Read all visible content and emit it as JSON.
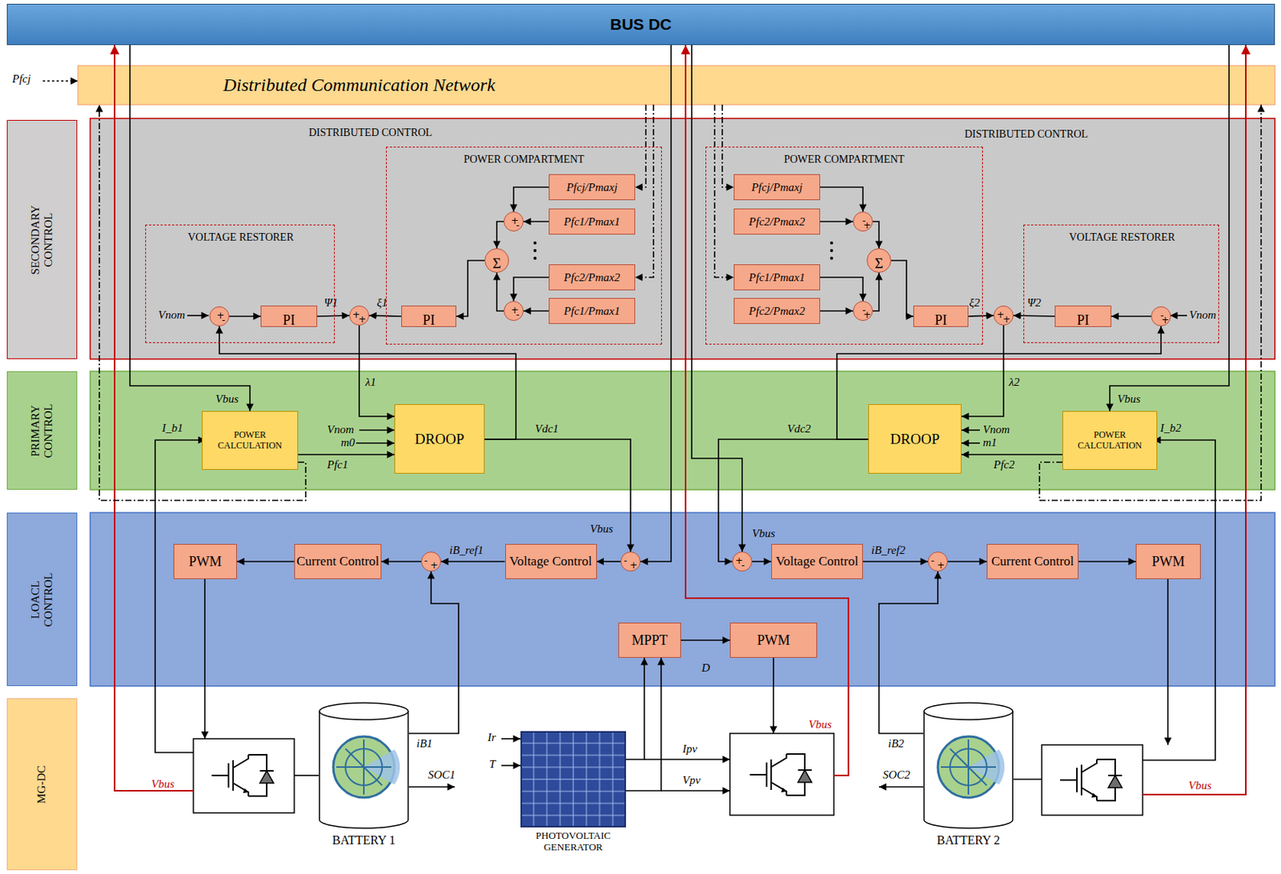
{
  "diagram": {
    "nodes": [
      {
        "text": [
          "BUS DC"
        ]
      },
      {
        "text": [
          "Distributed Communication Network"
        ]
      },
      {
        "text": [
          "SECONDARY CONTROL"
        ]
      },
      {
        "text": [
          "DISTRIBUTED CONTROL",
          "DISTRIBUTED CONTROL"
        ]
      },
      {
        "text": [
          "POWER COMPARTMENT"
        ],
        "in": 3
      },
      {
        "text": [
          "Pfcj/Pmaxj"
        ],
        "in": 4
      },
      {
        "text": [
          "Pfc1/Pmax1"
        ],
        "in": 4
      },
      {
        "text": [
          "Pfc2/Pmax2"
        ],
        "in": 4
      },
      {
        "text": [
          "Pfc1/Pmax1"
        ],
        "in": 4
      },
      {
        "text": [
          "+",
          "-"
        ],
        "in": 4
      },
      {
        "text": [
          "+",
          "-"
        ],
        "in": 4
      },
      {
        "text": [
          "Σ"
        ],
        "in": 4
      },
      {
        "text": [
          "PI"
        ],
        "in": 4
      },
      {
        "text": [
          "VOLTAGE RESTORER"
        ],
        "in": 3
      },
      {
        "text": [
          "+",
          "-"
        ],
        "in": 13
      },
      {
        "text": [
          "PI"
        ],
        "in": 13
      },
      {
        "text": [
          "+",
          "+"
        ],
        "in": 3
      },
      {
        "text": [
          "POWER COMPARTMENT"
        ],
        "in": 3
      },
      {
        "text": [
          "Pfcj/Pmaxj"
        ],
        "in": 17
      },
      {
        "text": [
          "Pfc2/Pmax2"
        ],
        "in": 17
      },
      {
        "text": [
          "Pfc1/Pmax1"
        ],
        "in": 17
      },
      {
        "text": [
          "Pfc2/Pmax2"
        ],
        "in": 17
      },
      {
        "text": [
          "-",
          "+"
        ],
        "in": 17
      },
      {
        "text": [
          "-",
          "+"
        ],
        "in": 17
      },
      {
        "text": [
          "Σ"
        ],
        "in": 17
      },
      {
        "text": [
          "PI"
        ],
        "in": 17
      },
      {
        "text": [
          "+",
          "+"
        ],
        "in": 3
      },
      {
        "text": [
          "VOLTAGE RESTORER"
        ],
        "in": 3
      },
      {
        "text": [
          "PI"
        ],
        "in": 27
      },
      {
        "text": [
          "-",
          "+"
        ],
        "in": 27
      },
      {
        "text": [
          "PRIMARY CONTROL"
        ]
      },
      {
        "text": [
          "POWER CALCULATION"
        ]
      },
      {
        "text": [
          "DROOP"
        ]
      },
      {
        "text": [
          "DROOP"
        ]
      },
      {
        "text": [
          "POWER CALCULATION"
        ]
      },
      {
        "text": [
          "LOACL CONTROL"
        ]
      },
      {
        "text": [
          "PWM"
        ]
      },
      {
        "text": [
          "Current Control"
        ]
      },
      {
        "text": [
          "-",
          "+"
        ]
      },
      {
        "text": [
          "Voltage Control"
        ]
      },
      {
        "text": [
          "-",
          "+"
        ]
      },
      {
        "text": [
          "MPPT"
        ]
      },
      {
        "text": [
          "PWM"
        ]
      },
      {
        "text": [
          "+",
          "-"
        ]
      },
      {
        "text": [
          "Voltage Control"
        ]
      },
      {
        "text": [
          "-",
          "+"
        ]
      },
      {
        "text": [
          "Current Control"
        ]
      },
      {
        "text": [
          "PWM"
        ]
      },
      {
        "text": [
          "MG-DC"
        ]
      },
      {
        "text": [
          "BATTERY 1"
        ]
      },
      {
        "text": [
          "PHOTOVOLTAIC GENERATOR"
        ]
      },
      {
        "text": [
          "BATTERY 2"
        ]
      }
    ],
    "edges": [
      {
        "from": 5,
        "to": 9,
        "arrow": "to"
      },
      {
        "from": 6,
        "to": 9,
        "arrow": "to"
      },
      {
        "from": 9,
        "to": 11,
        "arrow": "to"
      },
      {
        "from": 7,
        "to": 10,
        "arrow": "to"
      },
      {
        "from": 8,
        "to": 10,
        "arrow": "to"
      },
      {
        "from": 10,
        "to": 11,
        "arrow": "to"
      },
      {
        "from": 11,
        "to": 12,
        "arrow": "to"
      },
      {
        "from": 12,
        "to": 16,
        "arrow": "to"
      },
      {
        "from": 14,
        "to": 15,
        "arrow": "to"
      },
      {
        "from": 15,
        "to": 16,
        "arrow": "to"
      },
      {
        "from": 16,
        "to": 32,
        "arrow": "to"
      },
      {
        "from": 32,
        "to": 14,
        "arrow": "to"
      },
      {
        "from": 32,
        "to": 40,
        "arrow": "to"
      },
      {
        "from": 0,
        "to": 31,
        "arrow": "to"
      },
      {
        "from": 0,
        "to": 40,
        "arrow": "to"
      },
      {
        "from": 40,
        "to": 39,
        "arrow": "to"
      },
      {
        "from": 39,
        "to": 38,
        "arrow": "to"
      },
      {
        "from": 38,
        "to": 37,
        "arrow": "to"
      },
      {
        "from": 37,
        "to": 36,
        "arrow": "to"
      },
      {
        "from": 49,
        "to": 38,
        "arrow": "to"
      },
      {
        "from": 31,
        "to": 32,
        "arrow": "to"
      },
      {
        "from": 31,
        "to": 1,
        "arrow": "to"
      },
      {
        "from": 1,
        "to": 5,
        "arrow": "to"
      },
      {
        "from": 1,
        "to": 7,
        "arrow": "to"
      },
      {
        "from": 18,
        "to": 22,
        "arrow": "to"
      },
      {
        "from": 19,
        "to": 22,
        "arrow": "to"
      },
      {
        "from": 22,
        "to": 24,
        "arrow": "to"
      },
      {
        "from": 20,
        "to": 23,
        "arrow": "to"
      },
      {
        "from": 21,
        "to": 23,
        "arrow": "to"
      },
      {
        "from": 23,
        "to": 24,
        "arrow": "to"
      },
      {
        "from": 24,
        "to": 25,
        "arrow": "to"
      },
      {
        "from": 25,
        "to": 26,
        "arrow": "to"
      },
      {
        "from": 29,
        "to": 28,
        "arrow": "to"
      },
      {
        "from": 28,
        "to": 26,
        "arrow": "to"
      },
      {
        "from": 26,
        "to": 33,
        "arrow": "to"
      },
      {
        "from": 33,
        "to": 29,
        "arrow": "to"
      },
      {
        "from": 33,
        "to": 43,
        "arrow": "to"
      },
      {
        "from": 0,
        "to": 34,
        "arrow": "to"
      },
      {
        "from": 0,
        "to": 43,
        "arrow": "to"
      },
      {
        "from": 43,
        "to": 44,
        "arrow": "to"
      },
      {
        "from": 44,
        "to": 45,
        "arrow": "to"
      },
      {
        "from": 45,
        "to": 46,
        "arrow": "to"
      },
      {
        "from": 46,
        "to": 47,
        "arrow": "to"
      },
      {
        "from": 51,
        "to": 45,
        "arrow": "to"
      },
      {
        "from": 34,
        "to": 33,
        "arrow": "to"
      },
      {
        "from": 34,
        "to": 1,
        "arrow": "to"
      },
      {
        "from": 1,
        "to": 18,
        "arrow": "to"
      },
      {
        "from": 1,
        "to": 20,
        "arrow": "to"
      },
      {
        "from": 50,
        "to": 41,
        "arrow": "to"
      },
      {
        "from": 50,
        "to": 41,
        "arrow": "to"
      },
      {
        "from": 41,
        "to": 42,
        "arrow": "to"
      }
    ],
    "labels": [
      "Pfcj",
      "Vnom",
      "Ψ1",
      "ξ1",
      "λ1",
      "ξ2",
      "Ψ2",
      "Vnom",
      "λ2",
      "Vbus",
      "I_b1",
      "Vnom",
      "m0",
      "Pfc1",
      "Vdc1",
      "Vdc2",
      "Vnom",
      "m1",
      "Pfc2",
      "Vbus",
      "I_b2",
      "Vbus",
      "iB_ref1",
      "Vbus",
      "iB_ref2",
      "D",
      "Ir",
      "T",
      "Ipv",
      "Vpv",
      "iB1",
      "SOC1",
      "iB2",
      "SOC2",
      "Vbus",
      "Vbus",
      "Vbus"
    ]
  }
}
